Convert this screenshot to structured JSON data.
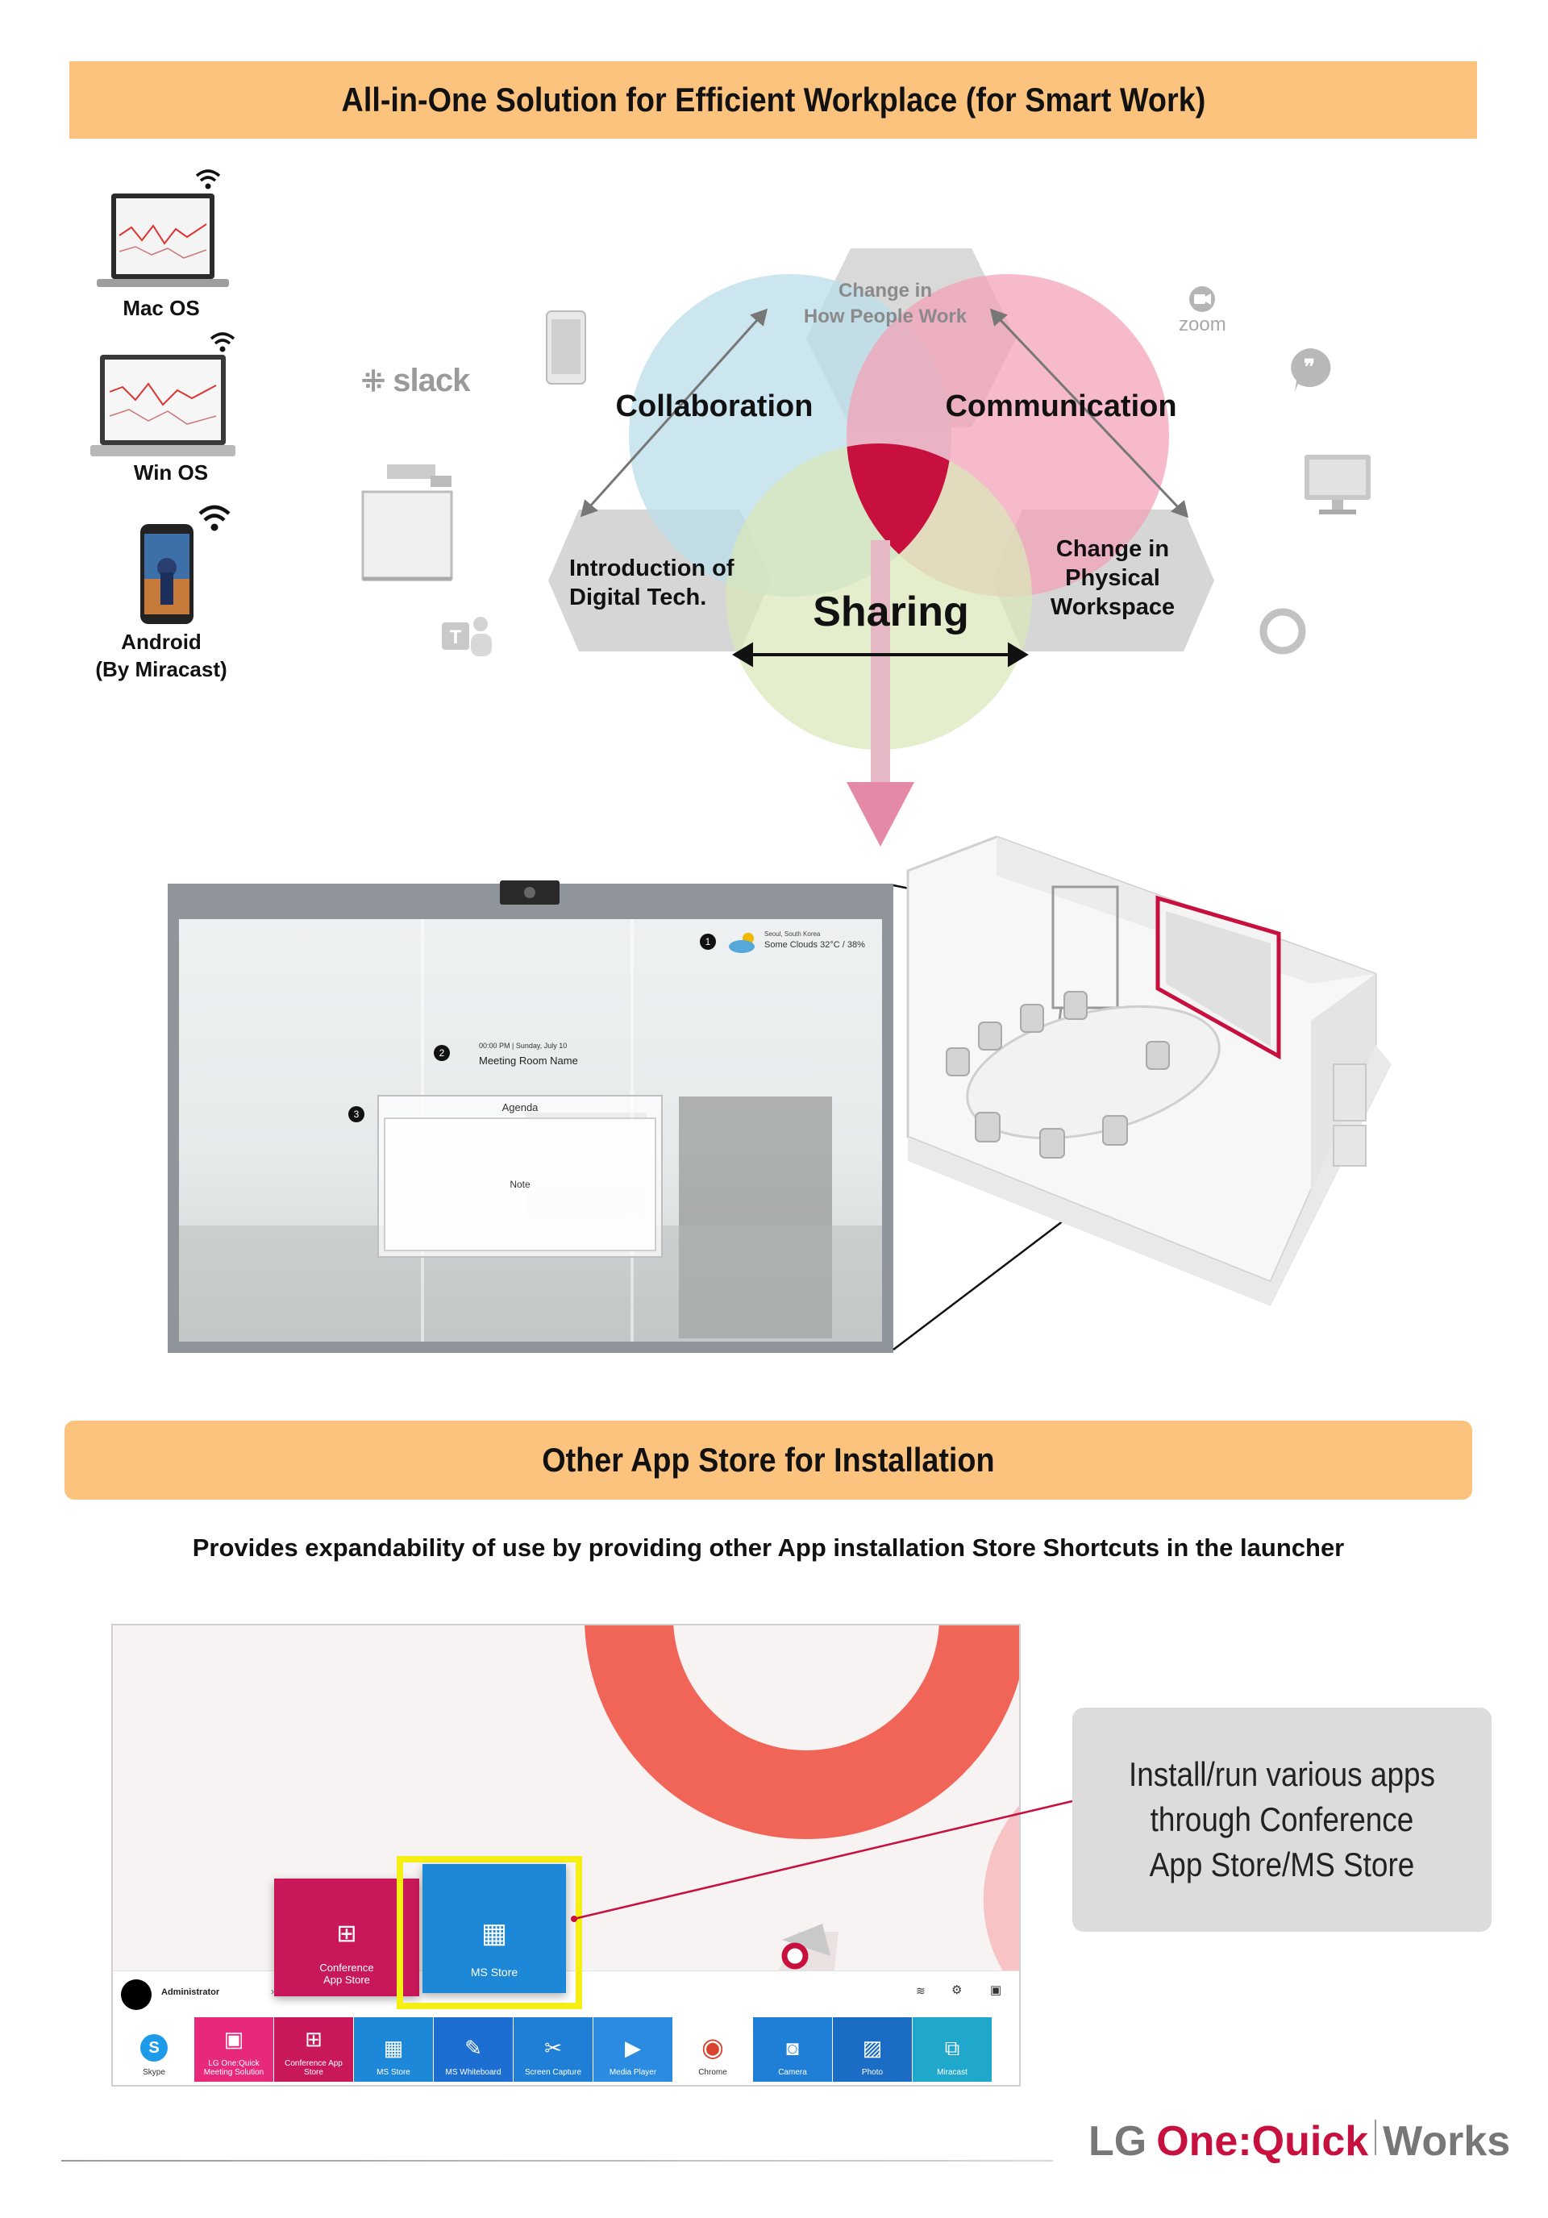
{
  "banner_top": {
    "title": "All-in-One Solution for Efficient Workplace (for Smart Work)"
  },
  "devices": [
    {
      "label": "Mac OS",
      "icon": "laptop-icon"
    },
    {
      "label": "Win OS",
      "icon": "laptop-icon"
    },
    {
      "label": "Android\n(By Miracast)",
      "icon": "smartphone-icon"
    }
  ],
  "apps": {
    "slack": "slack",
    "zoom": "zoom"
  },
  "venn": {
    "top_hex": "Change in\nHow People Work",
    "collaboration": "Collaboration",
    "communication": "Communication",
    "left_hex": "Introduction of\nDigital Tech.",
    "right_hex": "Change in\nPhysical\nWorkspace",
    "sharing": "Sharing",
    "colors": {
      "blue": "#b9dde8",
      "pink": "#f4a0b6",
      "green": "#d9e8b8",
      "center": "#c8103e",
      "hex": "#d6d6d6"
    }
  },
  "display": {
    "weather": {
      "city": "Seoul, South Korea",
      "desc": "Some Clouds 32°C / 38%"
    },
    "meeting": {
      "time": "00:00 PM | Sunday, July 10",
      "name": "Meeting Room Name"
    },
    "agenda": {
      "title": "Agenda",
      "note": "Note"
    },
    "markers": [
      "1",
      "2",
      "3"
    ]
  },
  "banner_bottom": {
    "title": "Other App Store for Installation"
  },
  "subtitle": "Provides expandability of use by providing other App installation Store Shortcuts in the launcher",
  "launcher": {
    "user": "Administrator",
    "popup_tiles": [
      {
        "label": "Conference\nApp Store",
        "color": "#c8185a",
        "icon": "store-icon"
      },
      {
        "label": "MS Store",
        "color": "#1e88d8",
        "icon": "ms-store-icon"
      }
    ],
    "taskbar": [
      {
        "label": "Skype",
        "color": "#ffffff",
        "text": "#333333",
        "icon": "skype-icon",
        "glyph": "S"
      },
      {
        "label": "LG One:Quick\nMeeting Solution",
        "color": "#e8287a",
        "text": "#ffffff",
        "icon": "monitor-icon",
        "glyph": "▣"
      },
      {
        "label": "Conference App\nStore",
        "color": "#c8185a",
        "text": "#ffffff",
        "icon": "store-icon",
        "glyph": "⊞"
      },
      {
        "label": "MS Store",
        "color": "#1e88d8",
        "text": "#ffffff",
        "icon": "ms-store-icon",
        "glyph": "▦"
      },
      {
        "label": "MS Whiteboard",
        "color": "#1c6fd0",
        "text": "#ffffff",
        "icon": "whiteboard-icon",
        "glyph": "✎"
      },
      {
        "label": "Screen Capture",
        "color": "#1f7fd6",
        "text": "#ffffff",
        "icon": "capture-icon",
        "glyph": "✂"
      },
      {
        "label": "Media Player",
        "color": "#2a8be0",
        "text": "#ffffff",
        "icon": "play-icon",
        "glyph": "▶"
      },
      {
        "label": "Chrome",
        "color": "#ffffff",
        "text": "#333333",
        "icon": "chrome-icon",
        "glyph": "◉"
      },
      {
        "label": "Camera",
        "color": "#1f7fd6",
        "text": "#ffffff",
        "icon": "camera-icon",
        "glyph": "◙"
      },
      {
        "label": "Photo",
        "color": "#1a6cc4",
        "text": "#ffffff",
        "icon": "photo-icon",
        "glyph": "▨"
      },
      {
        "label": "Miracast",
        "color": "#20a8cc",
        "text": "#ffffff",
        "icon": "cast-icon",
        "glyph": "⧉"
      }
    ]
  },
  "callout": "Install/run various apps through Conference App Store/MS Store",
  "brand": {
    "lg": "LG",
    "oneq": "One:Quick",
    "works": "Works",
    "red": "#c8103e"
  }
}
